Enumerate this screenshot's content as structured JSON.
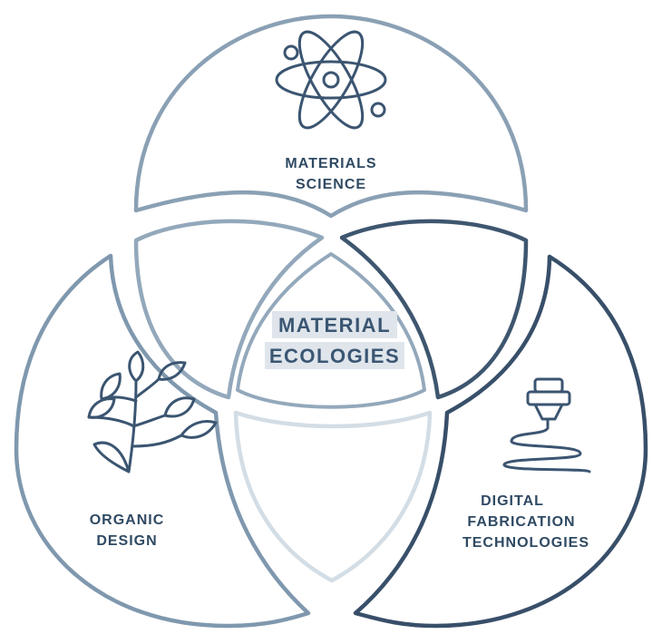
{
  "diagram": {
    "top": {
      "label": [
        "MATERIALS",
        "SCIENCE"
      ],
      "icon": "atom-icon"
    },
    "left": {
      "label": [
        "ORGANIC",
        "DESIGN"
      ],
      "icon": "plant-icon"
    },
    "right": {
      "label": [
        "DIGITAL",
        "FABRICATION",
        "TECHNOLOGIES"
      ],
      "icon": "3d-printer-icon"
    },
    "center": {
      "label": [
        "MATERIAL",
        "ECOLOGIES"
      ]
    }
  },
  "colors": {
    "top_stroke": "#8aa0b4",
    "left_stroke": "#7f98ae",
    "right_stroke": "#384f69",
    "center_stroke": "#93a8bb",
    "bottom_stroke": "#d3dde5",
    "icon_stroke": "#3b5571",
    "label_fill": "#2f4a63",
    "center_highlight": "#dfe5eb"
  }
}
